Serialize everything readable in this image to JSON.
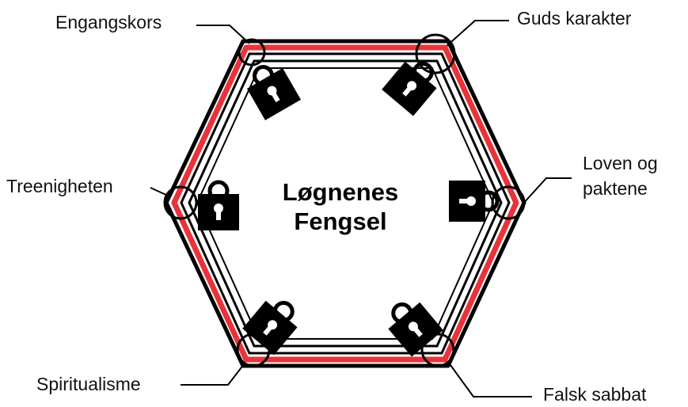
{
  "title": {
    "line1": "Løgnenes",
    "line2": "Fengsel"
  },
  "labels": {
    "engangskors": "Engangskors",
    "guds_karakter": "Guds karakter",
    "treenigheten": "Treenigheten",
    "loven_line1": "Loven og",
    "loven_line2": "paktene",
    "spiritualisme": "Spiritualisme",
    "falsk_sabbat": "Falsk sabbat"
  },
  "colors": {
    "outline": "#000000",
    "red_band": "#e8333a",
    "lock": "#000000",
    "keyhole": "#ffffff"
  },
  "icons": [
    "padlock-icon"
  ]
}
